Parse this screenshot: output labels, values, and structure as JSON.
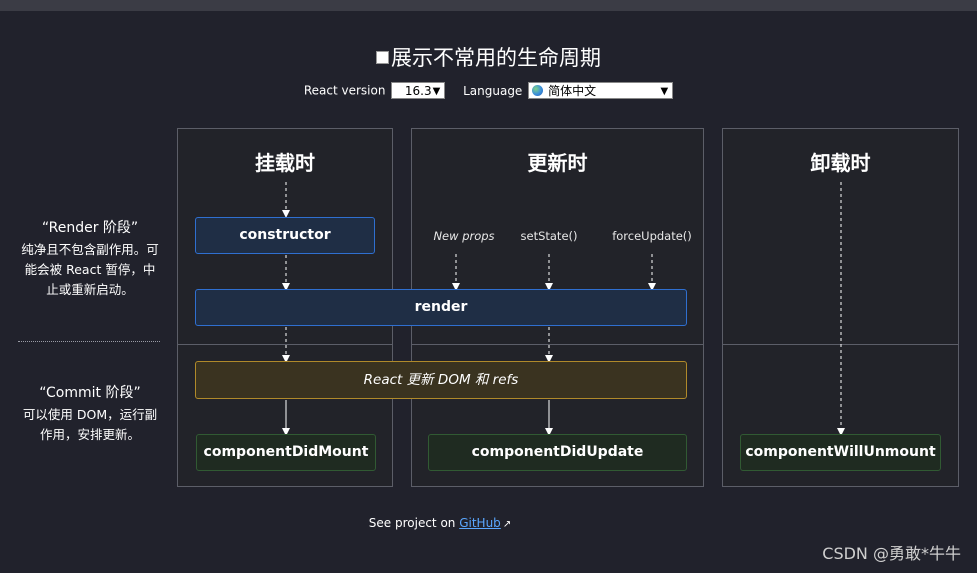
{
  "header": {
    "show_uncommon_label": "展示不常用的生命周期",
    "show_uncommon_checked": false,
    "react_version_label": "React version",
    "react_version_value": "16.3",
    "language_label": "Language",
    "language_value": "简体中文"
  },
  "columns": {
    "mount": {
      "title": "挂载时"
    },
    "update": {
      "title": "更新时"
    },
    "unmount": {
      "title": "卸载时"
    }
  },
  "phases": {
    "render": {
      "name": "“Render 阶段”",
      "desc": "纯净且不包含副作用。可能会被 React 暂停，中止或重新启动。"
    },
    "commit": {
      "name": "“Commit 阶段”",
      "desc": "可以使用 DOM，运行副作用，安排更新。"
    }
  },
  "nodes": {
    "constructor": "constructor",
    "render": "render",
    "react_updates_dom": "React 更新 DOM 和 refs",
    "component_did_mount": "componentDidMount",
    "component_did_update": "componentDidUpdate",
    "component_will_unmount": "componentWillUnmount"
  },
  "triggers": {
    "new_props": "New props",
    "set_state": "setState()",
    "force_update": "forceUpdate()"
  },
  "footer": {
    "prefix": "See project on",
    "link_text": "GitHub"
  },
  "watermark": "CSDN @勇敢*牛牛",
  "colors": {
    "background": "#21222c",
    "phase_node_border": "#2f6fd0",
    "dom_update_node_border": "#b08a2a",
    "commit_node_border": "#315a33",
    "link": "#5aa7ff"
  },
  "icons": {
    "checkbox": "checkbox-unchecked",
    "language": "globe-icon",
    "external_link": "external-link-icon"
  }
}
